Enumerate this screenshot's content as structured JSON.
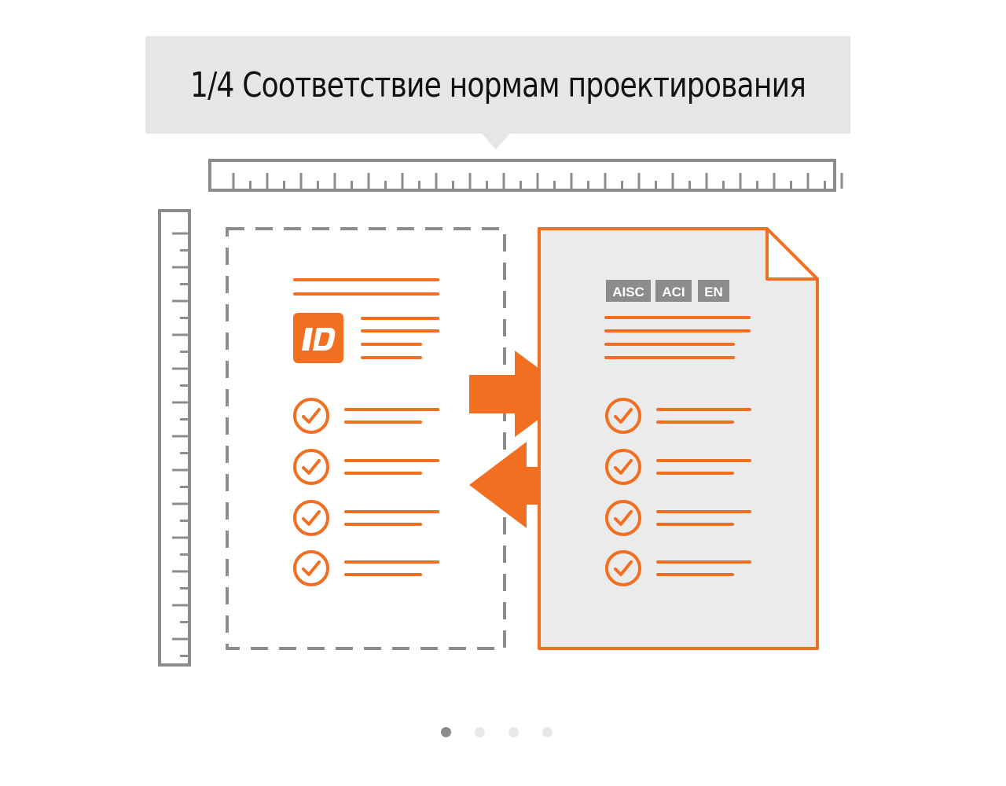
{
  "header": {
    "title": "1/4 Соответствие нормам проектирования"
  },
  "code_tags": [
    "AISC",
    "ACI",
    "EN"
  ],
  "logo": {
    "text": "ID",
    "color": "#f26f21"
  },
  "colors": {
    "accent": "#f26f21",
    "ruler": "#8c8c8c",
    "tag_bg": "#8c8c8c",
    "doc_bg": "#ebebeb",
    "header_bg": "#e6e6e6"
  },
  "pagination": {
    "total": 4,
    "active_index": 0
  }
}
